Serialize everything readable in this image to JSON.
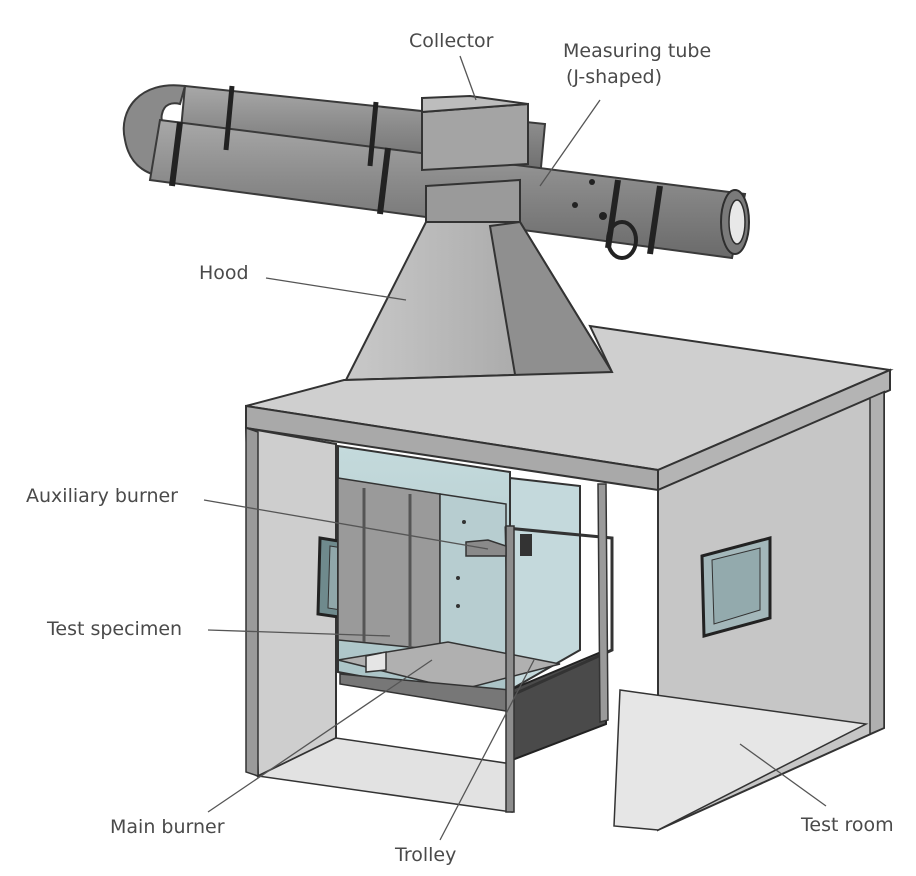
{
  "labels": {
    "collector": "Collector",
    "measuring_tube_line1": "Measuring tube",
    "measuring_tube_line2": "(J-shaped)",
    "hood": "Hood",
    "auxiliary_burner": "Auxiliary burner",
    "test_specimen": "Test specimen",
    "main_burner": "Main burner",
    "trolley": "Trolley",
    "test_room": "Test room"
  },
  "colors": {
    "text": "#4a4a4a",
    "leader_line": "#555555",
    "pipe": "#8e8e8e",
    "room_wall": "#c4c4c4",
    "glass": "#b9cfd2"
  }
}
